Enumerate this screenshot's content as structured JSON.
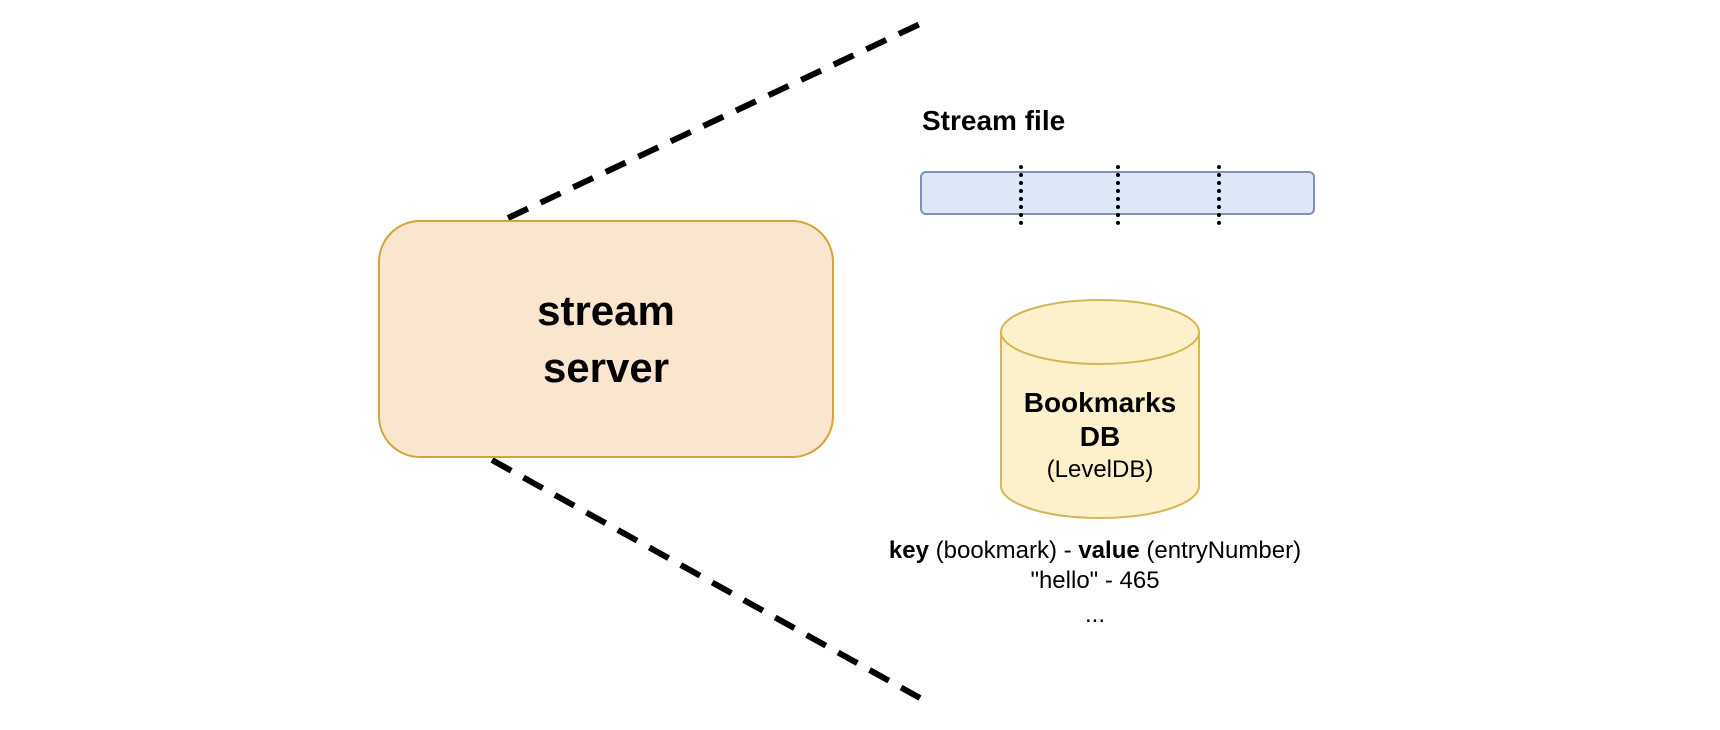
{
  "stream_server": {
    "line1": "stream",
    "line2": "server"
  },
  "stream_file": {
    "title": "Stream file",
    "segment_count": 4
  },
  "bookmarks_db": {
    "title_line1": "Bookmarks",
    "title_line2": "DB",
    "subtitle": "(LevelDB)"
  },
  "key_value_legend": {
    "key_label": "key",
    "key_desc": "(bookmark)",
    "separator": "-",
    "value_label": "value",
    "value_desc": "(entryNumber)",
    "example": "\"hello\" - 465",
    "ellipsis": "..."
  },
  "colors": {
    "server_fill": "#fae6cf",
    "server_stroke": "#d6a23c",
    "file_fill": "#dde7f8",
    "file_stroke": "#7d93ba",
    "db_fill": "#fdf1cc",
    "db_stroke": "#d6b656"
  }
}
